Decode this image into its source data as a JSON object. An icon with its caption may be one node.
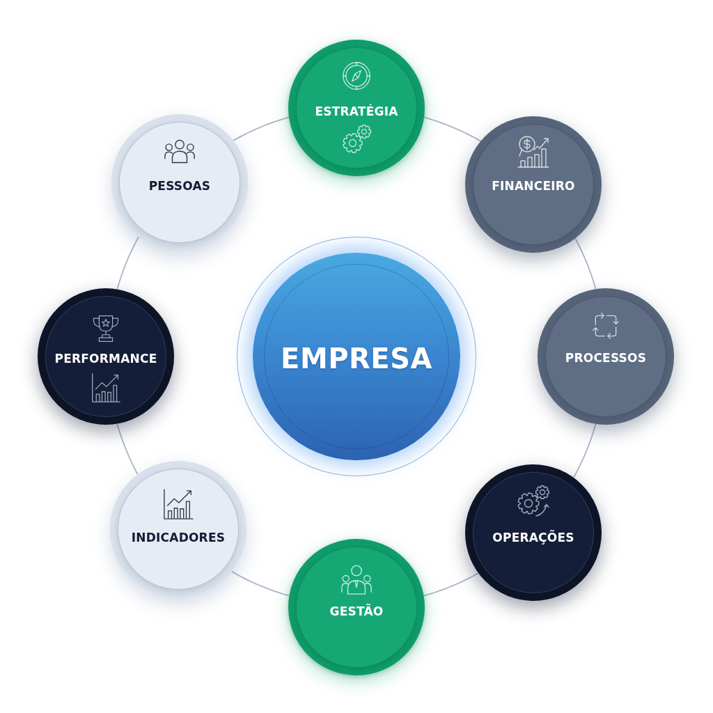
{
  "diagram": {
    "nodes": [
      {
        "text": [
          "ESTRATÉGIA"
        ]
      },
      {
        "text": [
          "PESSOAS"
        ]
      },
      {
        "text": [
          "FINANCEIRO"
        ]
      },
      {
        "text": [
          "PERFORMANCE"
        ]
      },
      {
        "text": [
          "EMPRESA"
        ]
      },
      {
        "text": [
          "PROCESSOS"
        ]
      },
      {
        "text": [
          "INDICADORES"
        ]
      },
      {
        "text": [
          "OPERAÇÕES"
        ]
      },
      {
        "text": [
          "GESTÃO"
        ]
      }
    ],
    "edges": [
      {
        "from": 0,
        "to": 2,
        "arrow": "none"
      },
      {
        "from": 2,
        "to": 5,
        "arrow": "none"
      },
      {
        "from": 5,
        "to": 7,
        "arrow": "none"
      },
      {
        "from": 7,
        "to": 8,
        "arrow": "none"
      },
      {
        "from": 8,
        "to": 6,
        "arrow": "none"
      },
      {
        "from": 6,
        "to": 3,
        "arrow": "none"
      },
      {
        "from": 3,
        "to": 1,
        "arrow": "none"
      },
      {
        "from": 1,
        "to": 0,
        "arrow": "none"
      }
    ]
  }
}
